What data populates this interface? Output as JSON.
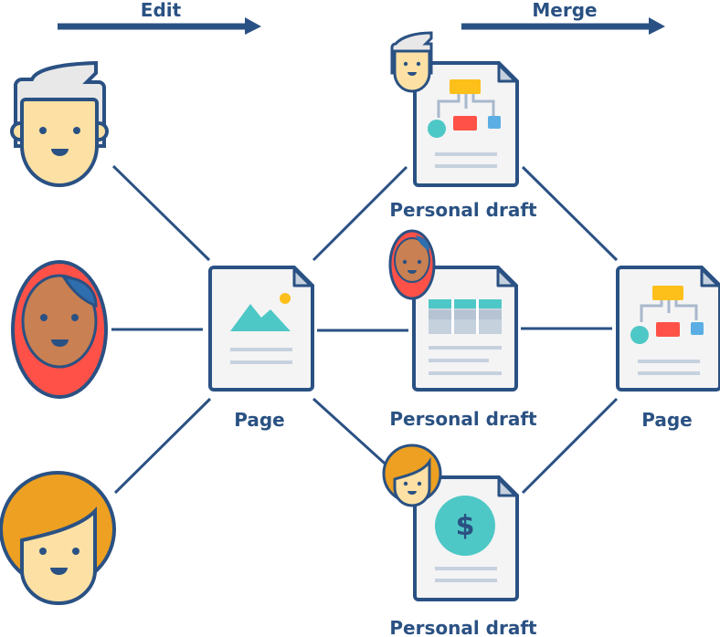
{
  "arrows": {
    "edit": "Edit",
    "merge": "Merge"
  },
  "nodes": {
    "source_page": "Page",
    "draft_1": "Personal draft",
    "draft_2": "Personal draft",
    "draft_3": "Personal draft",
    "merged_page": "Page"
  },
  "colors": {
    "stroke": "#2a5183",
    "skin": "#fde1a4",
    "teal": "#4ec8c6",
    "yellow": "#fdbf1a",
    "red": "#ff5147",
    "blue": "#5aaee4",
    "orange_hair": "#eda021",
    "grey_hair": "#e8e8e8",
    "hijab": "#ff5147",
    "dark_skin": "#c98052"
  }
}
